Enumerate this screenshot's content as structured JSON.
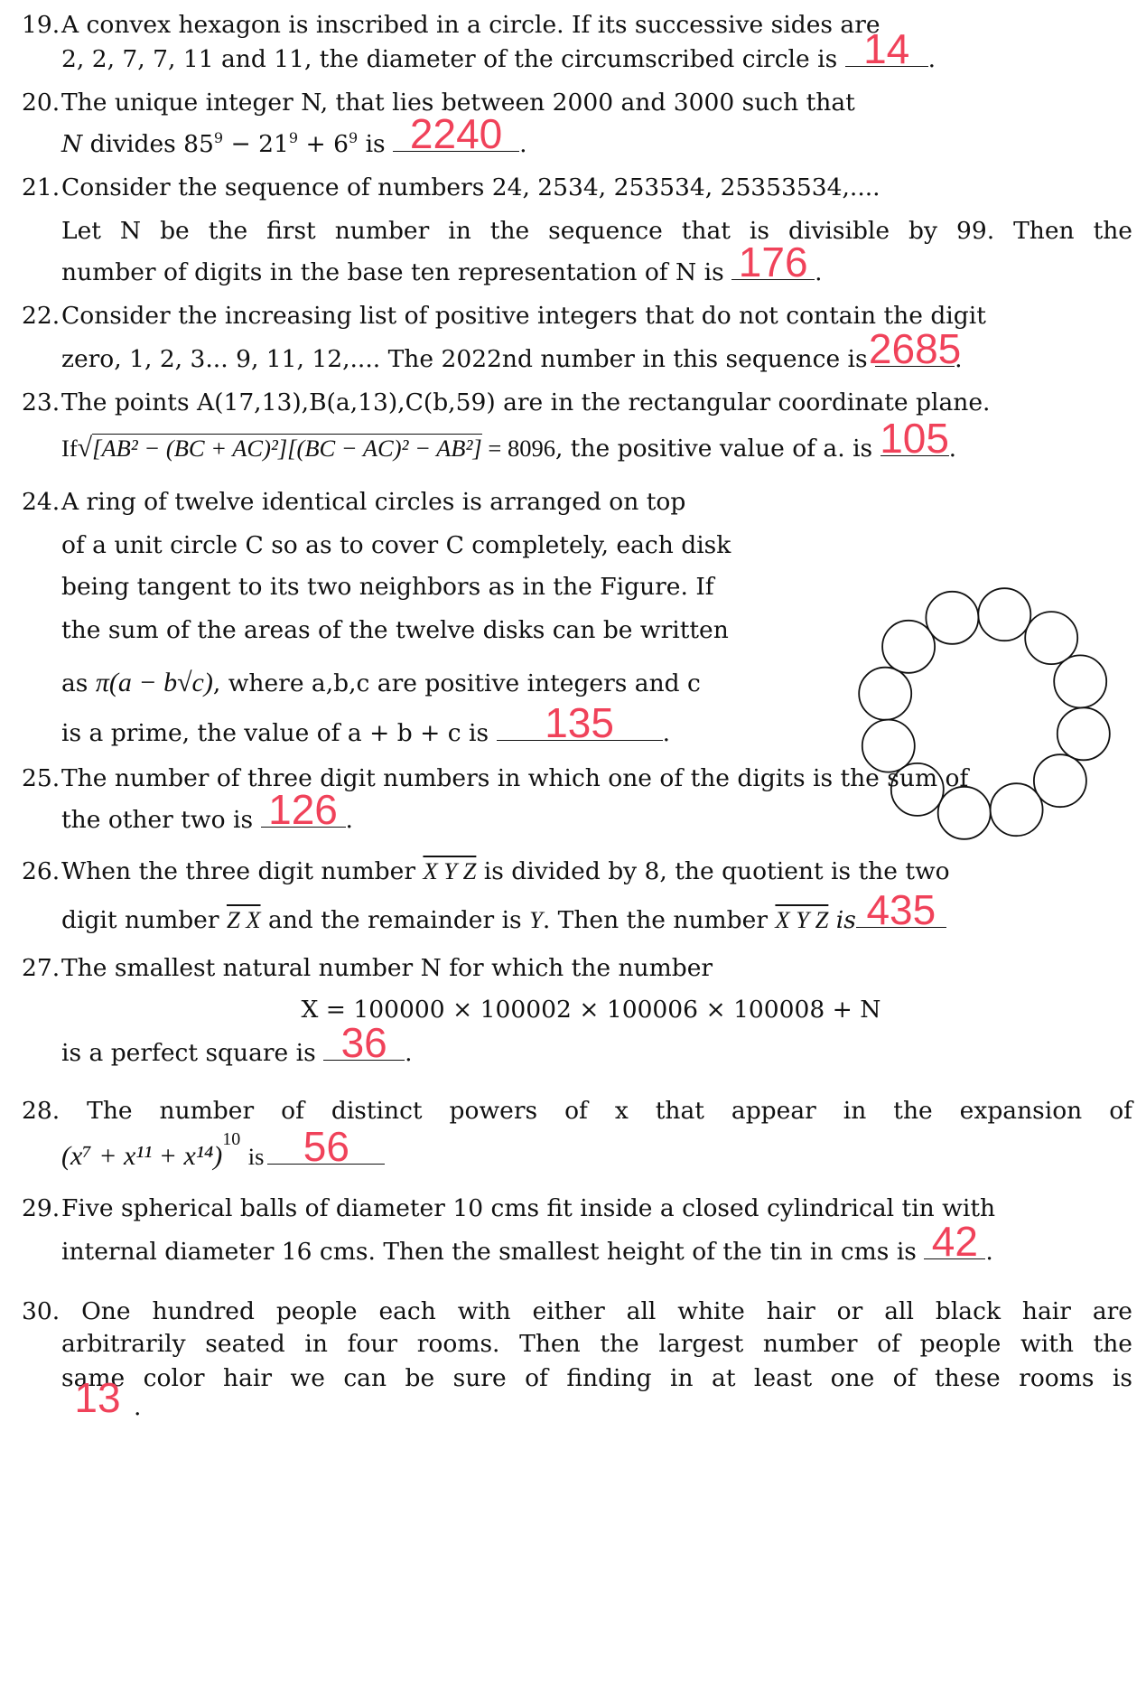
{
  "q19": {
    "num": "19.",
    "line1": "A convex hexagon is inscribed in a circle. If its successive sides are",
    "line2": "2, 2, 7, 7, 11 and 11, the diameter of the circumscribed circle is",
    "end": ".",
    "answer": "14"
  },
  "q20": {
    "num": "20.",
    "line1": "The unique integer N, that lies between 2000 and 3000 such that",
    "n": "N",
    "divides": " divides 85",
    "e1": "9",
    "m1": " − 21",
    "e2": "9",
    "m2": " + 6",
    "e3": "9",
    "is": " is ",
    "end": ".",
    "answer": "2240"
  },
  "q21": {
    "num": "21.",
    "line1": "Consider the sequence of numbers 24, 2534, 253534, 25353534,....",
    "line2": "Let N be the first number in the sequence that is divisible by 99.  Then the",
    "line3": "number of digits in the base ten representation of N is",
    "end": ".",
    "answer": "176"
  },
  "q22": {
    "num": "22.",
    "line1": "Consider the increasing list of positive integers that do not contain the digit",
    "line2": "zero, 1, 2, 3... 9, 11, 12,....  The 2022nd number in this sequence is",
    "end": ".",
    "answer": "2685"
  },
  "q23": {
    "num": "23.",
    "line1": "The points A(17,13),B(a,13),C(b,59) are in the rectangular coordinate plane.",
    "if": "If",
    "radicand": "[AB² − (BC + AC)²][(BC − AC)² − AB²]",
    "eq": " = 8096",
    "rest": ", the positive value of a. is",
    "end": ".",
    "answer": "105"
  },
  "q24": {
    "num": "24.",
    "line1": "A ring of twelve identical circles is arranged on top",
    "line2": "of a unit circle C so as to cover C completely, each disk",
    "line3": "being tangent to its two neighbors as in the Figure. If",
    "line4": "the sum of the areas of the twelve disks can be written",
    "as": "as ",
    "formula": "π(a − b√c)",
    "line5rest": ", where a,b,c are positive integers and c",
    "line6": "is a prime, the value of a + b + c is",
    "end": ".",
    "answer": "135"
  },
  "q25": {
    "num": "25.",
    "line1": "The number of three digit numbers in which one of the digits is the sum of",
    "line2": "the other two is",
    "end": ".",
    "answer": "126"
  },
  "q26": {
    "num": "26.",
    "line1a": "When the three digit number ",
    "xyz": "X Y Z",
    "line1b": " is divided by 8, the quotient is the two",
    "line2a": "digit number ",
    "zx": "Z X",
    "line2b": " and the remainder is ",
    "y": "Y",
    "line2c": ". Then the number ",
    "is": " is",
    "answer": "435"
  },
  "q27": {
    "num": "27.",
    "line1": "The smallest natural number N for which the number",
    "eq": "X = 100000 × 100002 × 100006 × 100008 + N",
    "line3": "is a perfect square is",
    "end": ".",
    "answer": "36"
  },
  "q28": {
    "num": "28.",
    "line1": "The  number  of  distinct  powers  of  x  that  appear  in  the  expansion  of",
    "expr": "(x⁷ + x¹¹ + x¹⁴)",
    "power": "10",
    "is": "is",
    "answer": "56"
  },
  "q29": {
    "num": "29.",
    "line1": "Five spherical balls of diameter 10 cms fit inside a closed cylindrical tin with",
    "line2": "internal diameter 16 cms.  Then the smallest height of the tin in cms is",
    "end": ".",
    "answer": "42"
  },
  "q30": {
    "num": "30.",
    "line1": "One  hundred  people  each  with  either  all  white  hair  or  all  black  hair  are",
    "line2": "arbitrarily seated in four rooms. Then the largest number of people with the",
    "line3": "same color hair we can be sure of finding in at least one of these rooms is",
    "end": ".",
    "answer": "13"
  },
  "colors": {
    "answer": "#f0425a",
    "text": "#111111"
  }
}
